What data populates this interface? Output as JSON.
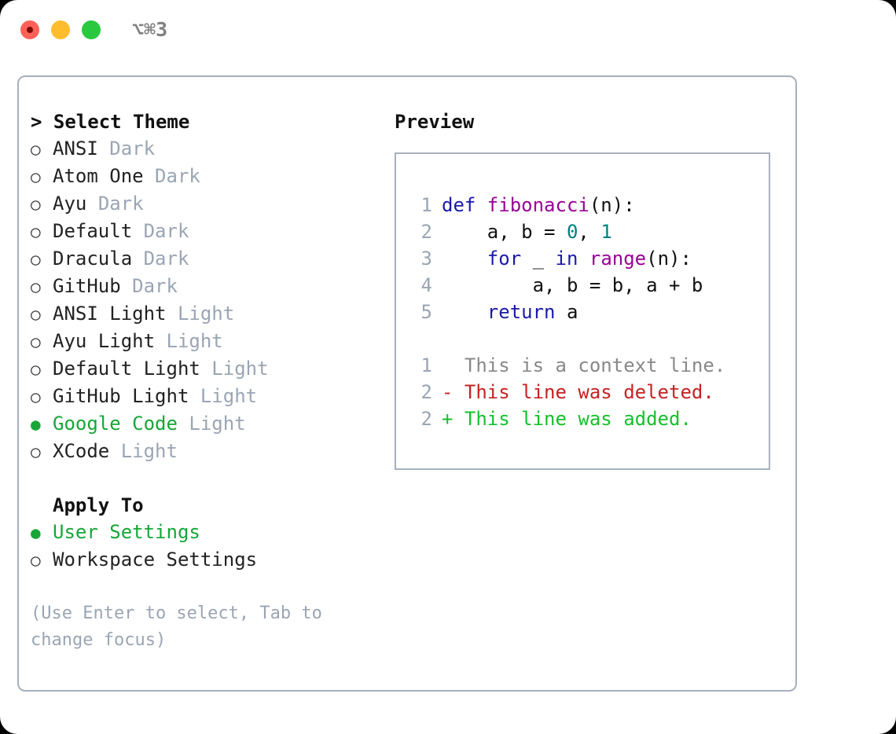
{
  "titlebar": {
    "shortcut": "⌥⌘3",
    "buttons": [
      {
        "name": "close",
        "color": "#ff6159"
      },
      {
        "name": "minimize",
        "color": "#ffbd2e"
      },
      {
        "name": "maximize",
        "color": "#28c93f"
      }
    ]
  },
  "theme_picker": {
    "header": "> Select Theme",
    "bullet_selected": "●",
    "bullet_unselected": "○",
    "options": [
      {
        "label": "ANSI",
        "variant": "Dark",
        "selected": false
      },
      {
        "label": "Atom One",
        "variant": "Dark",
        "selected": false
      },
      {
        "label": "Ayu",
        "variant": "Dark",
        "selected": false
      },
      {
        "label": "Default",
        "variant": "Dark",
        "selected": false
      },
      {
        "label": "Dracula",
        "variant": "Dark",
        "selected": false
      },
      {
        "label": "GitHub",
        "variant": "Dark",
        "selected": false
      },
      {
        "label": "ANSI Light",
        "variant": "Light",
        "selected": false
      },
      {
        "label": "Ayu Light",
        "variant": "Light",
        "selected": false
      },
      {
        "label": "Default Light",
        "variant": "Light",
        "selected": false
      },
      {
        "label": "GitHub Light",
        "variant": "Light",
        "selected": false
      },
      {
        "label": "Google Code",
        "variant": "Light",
        "selected": true
      },
      {
        "label": "XCode",
        "variant": "Light",
        "selected": false
      }
    ]
  },
  "apply_to": {
    "header": "Apply To",
    "options": [
      {
        "label": "User Settings",
        "selected": true
      },
      {
        "label": "Workspace Settings",
        "selected": false
      }
    ]
  },
  "hint": "(Use Enter to select, Tab to change focus)",
  "preview": {
    "title": "Preview",
    "code_lines": [
      {
        "number": "1",
        "tokens": [
          {
            "text": "def ",
            "kind": "kw"
          },
          {
            "text": "fibonacci",
            "kind": "fn"
          },
          {
            "text": "(n):",
            "kind": "plain"
          }
        ]
      },
      {
        "number": "2",
        "tokens": [
          {
            "text": "    a, b = ",
            "kind": "plain"
          },
          {
            "text": "0",
            "kind": "num"
          },
          {
            "text": ", ",
            "kind": "plain"
          },
          {
            "text": "1",
            "kind": "num"
          }
        ]
      },
      {
        "number": "3",
        "tokens": [
          {
            "text": "    ",
            "kind": "plain"
          },
          {
            "text": "for",
            "kind": "kw"
          },
          {
            "text": " _ ",
            "kind": "plain"
          },
          {
            "text": "in",
            "kind": "kw"
          },
          {
            "text": " ",
            "kind": "plain"
          },
          {
            "text": "range",
            "kind": "fn"
          },
          {
            "text": "(n):",
            "kind": "plain"
          }
        ]
      },
      {
        "number": "4",
        "tokens": [
          {
            "text": "        a, b = b, a + b",
            "kind": "plain"
          }
        ]
      },
      {
        "number": "5",
        "tokens": [
          {
            "text": "    ",
            "kind": "plain"
          },
          {
            "text": "return",
            "kind": "kw"
          },
          {
            "text": " a",
            "kind": "plain"
          }
        ]
      }
    ],
    "diff_lines": [
      {
        "number": "1",
        "marker": "  ",
        "text": "This is a context line.",
        "kind": "context"
      },
      {
        "number": "2",
        "marker": "- ",
        "text": "This line was deleted.",
        "kind": "del"
      },
      {
        "number": "2",
        "marker": "+ ",
        "text": "This line was added.",
        "kind": "add"
      }
    ]
  },
  "colors": {
    "accent_green": "#16a637",
    "muted": "#9aa5b4",
    "keyword": "#1a1aaa",
    "function": "#990099",
    "number": "#008080",
    "diff_add": "#16c02c",
    "diff_del": "#c62222",
    "border": "#a7b0bd"
  }
}
